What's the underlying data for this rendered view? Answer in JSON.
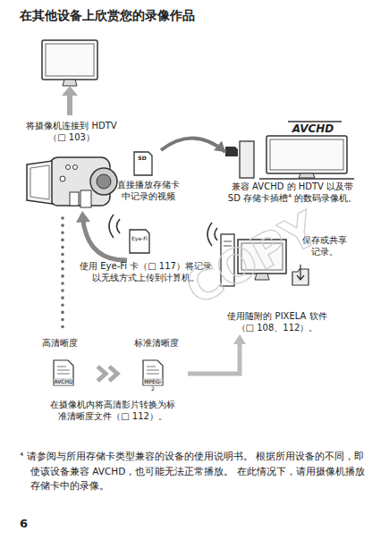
{
  "diagram": {
    "title": "在其他设备上欣赏您的录像作品",
    "nodes": [
      {
        "text": [
          "SD",
          "直接播放存储卡中记录的视频"
        ]
      },
      {
        "text": [
          "AVCHD",
          "兼容 AVCHD 的 HDTV 以及带 SD 存储卡插槽⁴ 的数码录像机。"
        ]
      },
      {
        "text": [
          "Eye-Fi",
          "使用 Eye-Fi 卡（□ 117）将记录以无线方式上传到计算机。"
        ]
      },
      {
        "text": [
          "使用随附的 PIXELA 软件（□ 108、112）。"
        ]
      },
      {
        "text": [
          "保存或共享记录。"
        ]
      },
      {
        "text": [
          "高清晰度",
          "AVCHD"
        ]
      },
      {
        "text": [
          "标准清晰度",
          "MPEG-2"
        ]
      }
    ],
    "edges": [
      {
        "from": 0,
        "to": 1,
        "arrow": "to"
      },
      {
        "from": 5,
        "to": 6,
        "arrow": "to"
      },
      {
        "from": 6,
        "to": 3,
        "arrow": "to"
      }
    ],
    "labels": [
      "将摄像机连接到 HDTV（□ 103）",
      "在摄像机内将高清影片转换为标准清晰度文件（□ 112）。",
      "⁴ 请参阅与所用存储卡类型兼容的设备的使用说明书。 根据所用设备的不同，即使该设备兼容 AVCHD，也可能无法正常播放。 在此情况下，请用摄像机播放存储卡中的录像。",
      "6",
      "COPY"
    ]
  }
}
